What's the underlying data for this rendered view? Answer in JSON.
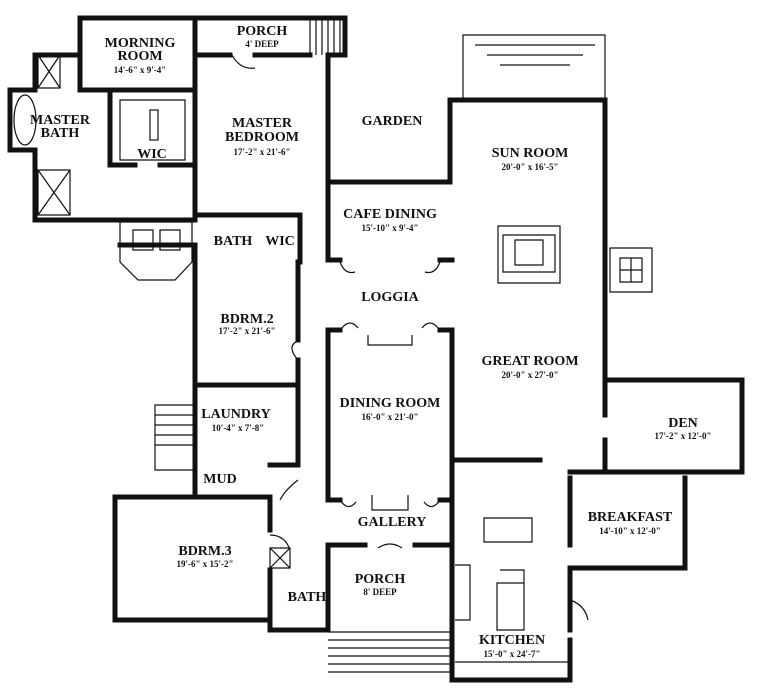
{
  "rooms": {
    "morning_room": {
      "name_1": "MORNING",
      "name_2": "ROOM",
      "dims": "14'-6\" x 9'-4\""
    },
    "porch_top": {
      "name": "PORCH",
      "dims": "4' DEEP"
    },
    "master_bath": {
      "name_1": "MASTER",
      "name_2": "BATH"
    },
    "wic_master": {
      "name": "WIC"
    },
    "master_bedroom": {
      "name_1": "MASTER",
      "name_2": "BEDROOM",
      "dims": "17'-2\" x 21'-6\""
    },
    "garden": {
      "name": "GARDEN"
    },
    "cafe_dining": {
      "name": "CAFE DINING",
      "dims": "15'-10\" x 9'-4\""
    },
    "sun_room": {
      "name": "SUN ROOM",
      "dims": "20'-0\" x 16'-5\""
    },
    "bath_2": {
      "name": "BATH"
    },
    "wic_2": {
      "name": "WIC"
    },
    "loggia": {
      "name": "LOGGIA"
    },
    "bdrm_2": {
      "name": "BDRM.2",
      "dims": "17'-2\" x 21'-6\""
    },
    "great_room": {
      "name": "GREAT ROOM",
      "dims": "20'-0\" x 27'-0\""
    },
    "laundry": {
      "name": "LAUNDRY",
      "dims": "10'-4\" x 7'-8\""
    },
    "dining_room": {
      "name": "DINING ROOM",
      "dims": "16'-0\" x 21'-0\""
    },
    "den": {
      "name": "DEN",
      "dims": "17'-2\" x 12'-0\""
    },
    "mud": {
      "name": "MUD"
    },
    "breakfast": {
      "name": "BREAKFAST",
      "dims": "14'-10\" x 12'-0\""
    },
    "gallery": {
      "name": "GALLERY"
    },
    "bdrm_3": {
      "name": "BDRM.3",
      "dims": "19'-6\" x 15'-2\""
    },
    "porch_bottom": {
      "name": "PORCH",
      "dims": "8' DEEP"
    },
    "bath_3": {
      "name": "BATH"
    },
    "kitchen": {
      "name": "KITCHEN",
      "dims": "15'-0\" x 24'-7\""
    }
  }
}
